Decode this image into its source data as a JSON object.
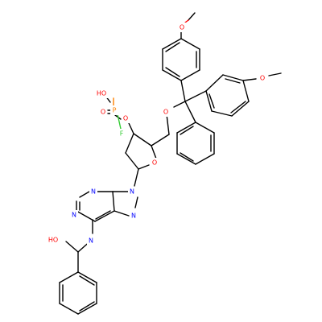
{
  "molecule": {
    "atoms": [
      {
        "id": "o_meo1",
        "text": "O",
        "color": "#ff0000"
      },
      {
        "id": "o_meo2",
        "text": "O",
        "color": "#ff0000"
      },
      {
        "id": "o_ether",
        "text": "O",
        "color": "#ff0000"
      },
      {
        "id": "o_ring",
        "text": "O",
        "color": "#ff0000"
      },
      {
        "id": "o_3p",
        "text": "O",
        "color": "#ff0000"
      },
      {
        "id": "o_pdouble",
        "text": "O",
        "color": "#ff0000"
      },
      {
        "id": "oh_p",
        "text": "HO",
        "color": "#ff0000"
      },
      {
        "id": "p",
        "text": "P",
        "color": "#ff8000"
      },
      {
        "id": "f",
        "text": "F",
        "color": "#33cc33"
      },
      {
        "id": "n9",
        "text": "N",
        "color": "#0000ff"
      },
      {
        "id": "n3",
        "text": "N",
        "color": "#0000ff"
      },
      {
        "id": "n1",
        "text": "N",
        "color": "#0000ff"
      },
      {
        "id": "n7",
        "text": "N",
        "color": "#0000ff"
      },
      {
        "id": "n6",
        "text": "N",
        "color": "#0000ff"
      },
      {
        "id": "oh_amide",
        "text": "HO",
        "color": "#ff0000"
      }
    ]
  }
}
